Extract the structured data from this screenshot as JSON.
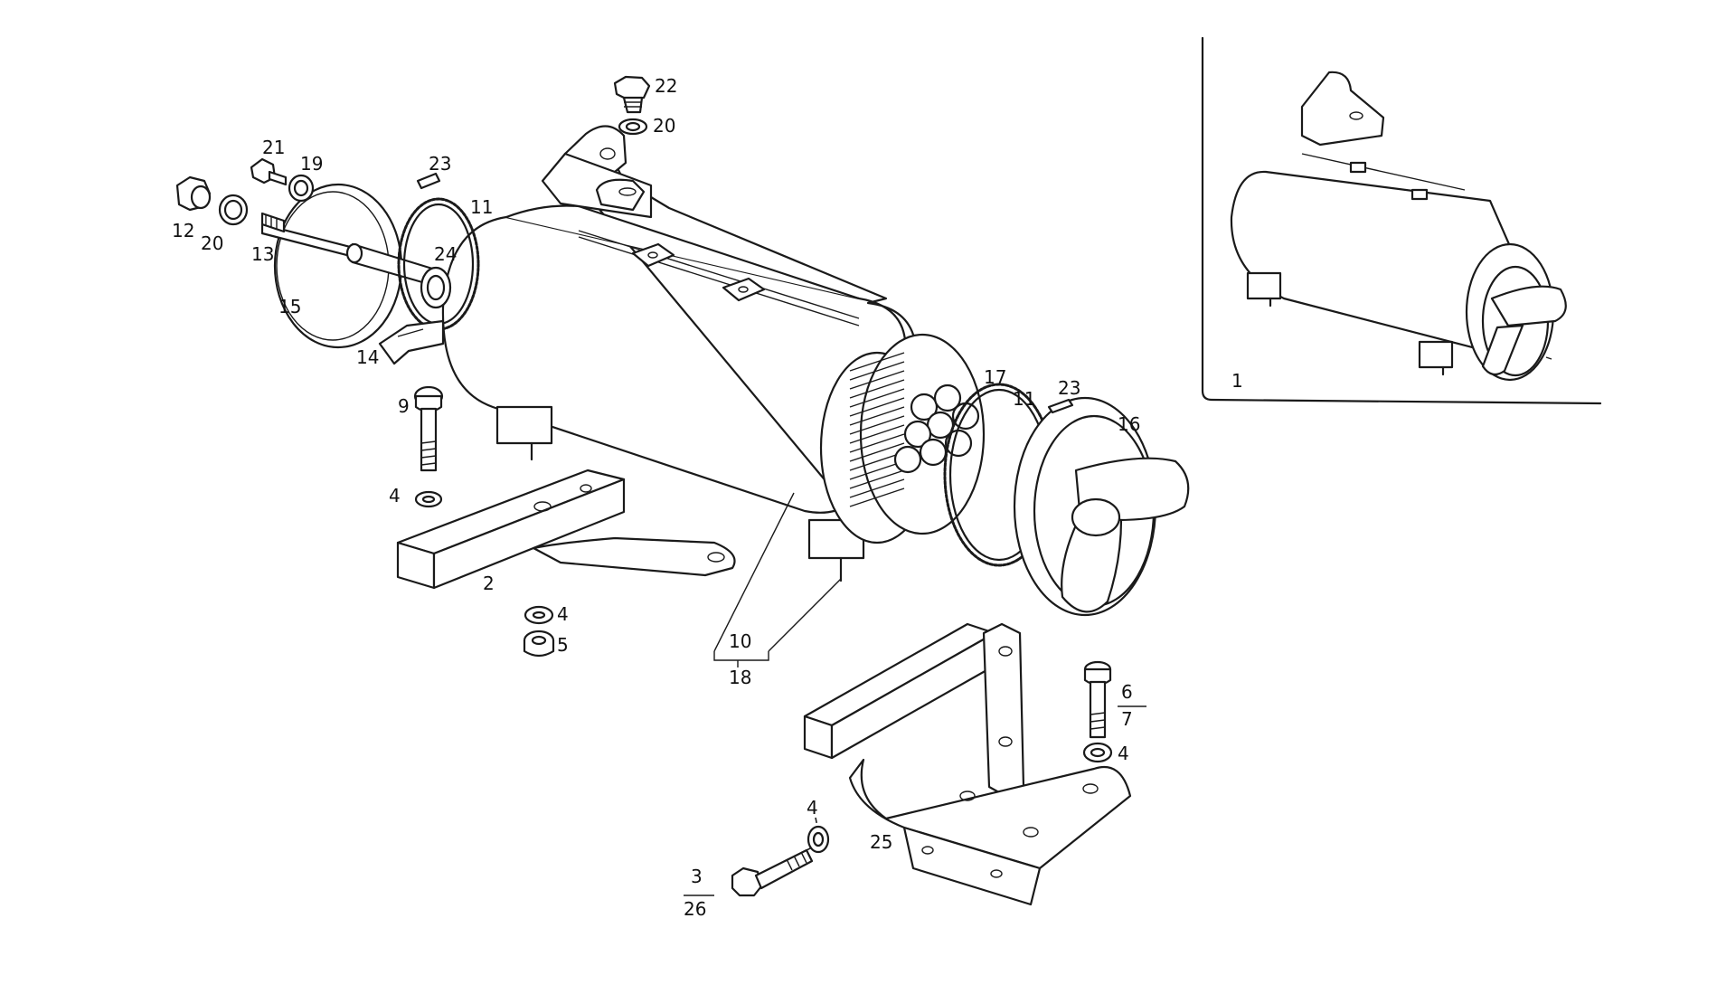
{
  "labels": {
    "inset_1": "1",
    "p2": "2",
    "p3": "3",
    "p26": "26",
    "p4a": "4",
    "p4b": "4",
    "p4c": "4",
    "p4d": "4",
    "p5": "5",
    "p6": "6",
    "p7": "7",
    "p9": "9",
    "p10": "10",
    "p11a": "11",
    "p11b": "11",
    "p12": "12",
    "p13": "13",
    "p14": "14",
    "p15": "15",
    "p16": "16",
    "p17": "17",
    "p18": "18",
    "p19": "19",
    "p20a": "20",
    "p20b": "20",
    "p21": "21",
    "p22": "22",
    "p23a": "23",
    "p23b": "23",
    "p24": "24",
    "p25": "25"
  }
}
